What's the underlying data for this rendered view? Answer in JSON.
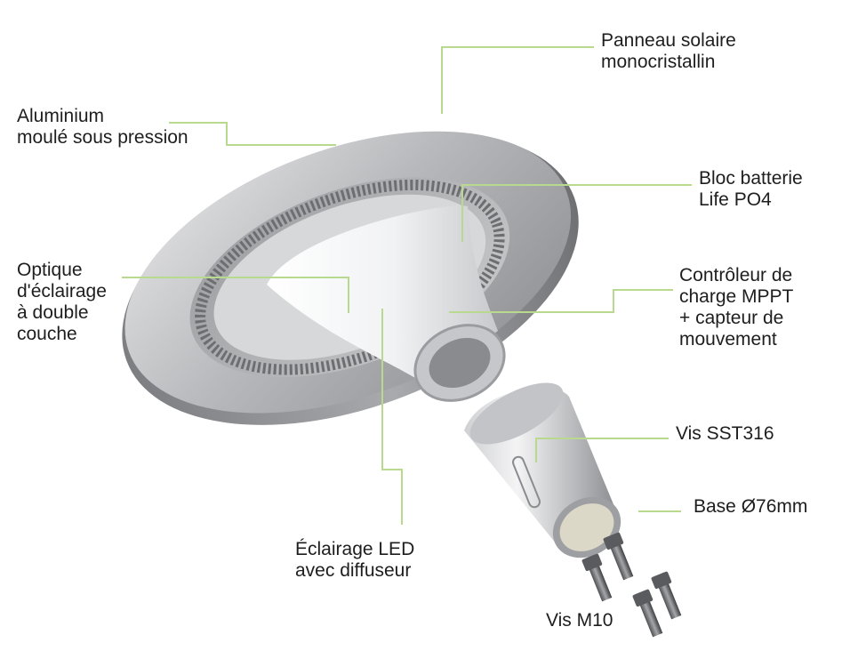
{
  "labels": {
    "solar_panel": [
      "Panneau solaire",
      "monocristallin"
    ],
    "aluminium": [
      "Aluminium",
      "moulé sous pression"
    ],
    "battery": [
      "Bloc batterie",
      "Life PO4"
    ],
    "optics": [
      "Optique",
      "d'éclairage",
      "à double",
      "couche"
    ],
    "controller": [
      "Contrôleur de",
      "charge MPPT",
      "+ capteur de",
      "mouvement"
    ],
    "screw_sst": [
      "Vis SST316"
    ],
    "base": [
      "Base Ø76mm"
    ],
    "led": [
      "Éclairage LED",
      "avec diffuseur"
    ],
    "screw_m10": [
      "Vis M10"
    ]
  },
  "colors": {
    "leader_line": "#b9d98f",
    "disc_dark": "#8f9093",
    "disc_light": "#d9d9db",
    "diffuser": "#eef0f2"
  }
}
